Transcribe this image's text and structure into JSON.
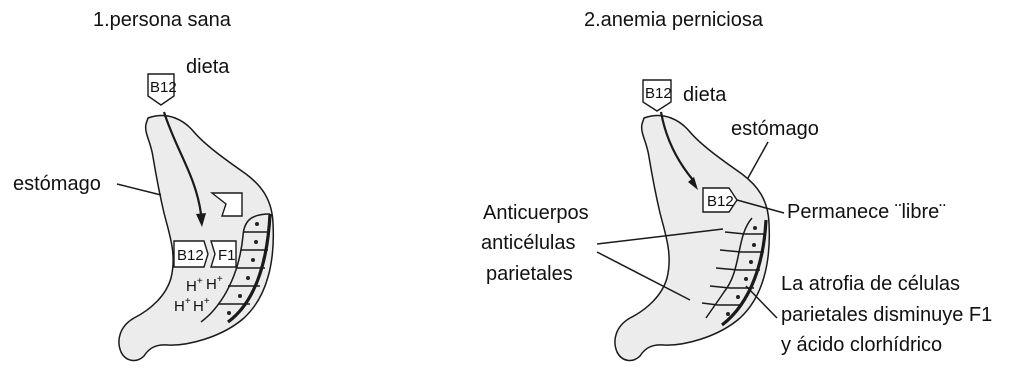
{
  "panels": [
    {
      "title": "1.persona sana",
      "diet_label": "dieta",
      "b12_label": "B12",
      "stomach_label": "estómago",
      "complex_b12": "B12",
      "complex_f1": "F1",
      "hydrogen_ion": "H",
      "hydrogen_sup": "+"
    },
    {
      "title": "2.anemia perniciosa",
      "diet_label": "dieta",
      "b12_label": "B12",
      "stomach_label": "estómago",
      "free_b12": "B12",
      "free_label": "Permanece ¨libre¨",
      "antibody_lines": [
        "Anticuerpos",
        "anticélulas",
        "parietales"
      ],
      "atrophy_lines": [
        "La atrofia de células",
        "parietales disminuye F1",
        "y ácido clorhídrico"
      ]
    }
  ]
}
